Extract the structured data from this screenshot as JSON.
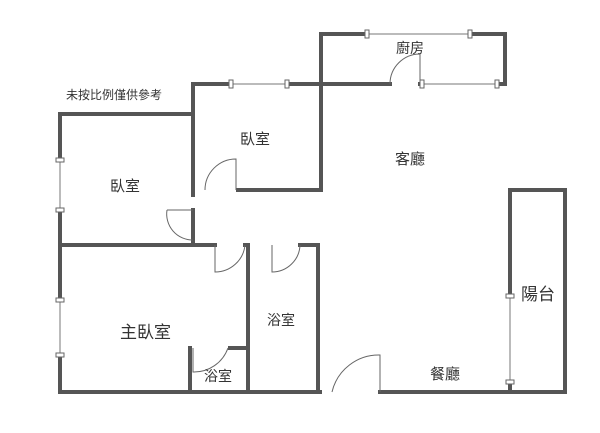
{
  "note": "未按比例僅供參考",
  "rooms": {
    "kitchen": "廚房",
    "living_room": "客廳",
    "bedroom_top": "臥室",
    "bedroom_left": "臥室",
    "master_bedroom": "主臥室",
    "bathroom_main": "浴室",
    "bathroom_ensuite": "浴室",
    "dining_room": "餐廳",
    "balcony": "陽台"
  }
}
